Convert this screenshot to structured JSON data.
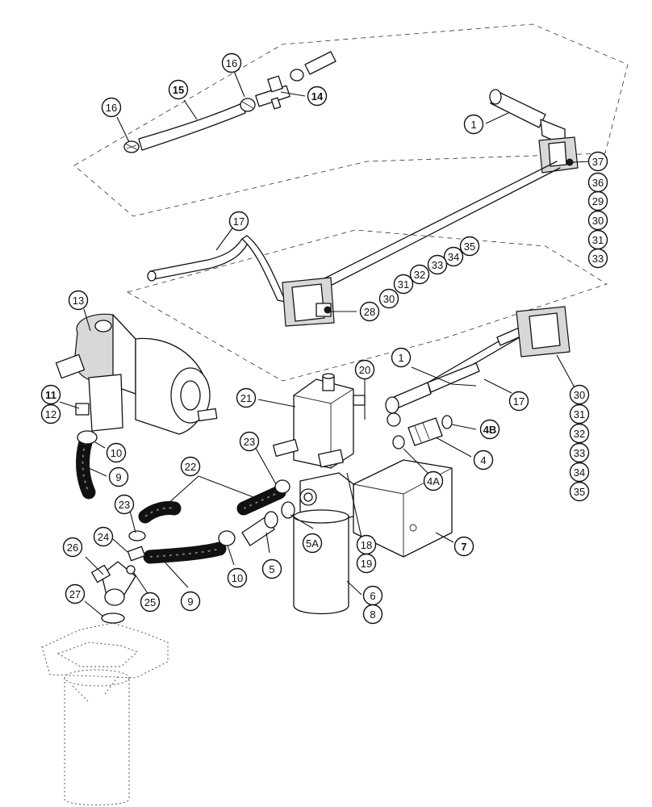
{
  "callouts": [
    {
      "id": "c16a",
      "label": "16"
    },
    {
      "id": "c15",
      "label": "15"
    },
    {
      "id": "c16b",
      "label": "16"
    },
    {
      "id": "c14",
      "label": "14"
    },
    {
      "id": "c1a",
      "label": "1"
    },
    {
      "id": "c37",
      "label": "37"
    },
    {
      "id": "c36",
      "label": "36"
    },
    {
      "id": "c29",
      "label": "29"
    },
    {
      "id": "c30a",
      "label": "30"
    },
    {
      "id": "c31a",
      "label": "31"
    },
    {
      "id": "c33a",
      "label": "33"
    },
    {
      "id": "c17a",
      "label": "17"
    },
    {
      "id": "c35a",
      "label": "35"
    },
    {
      "id": "c34a",
      "label": "34"
    },
    {
      "id": "c33b",
      "label": "33"
    },
    {
      "id": "c32a",
      "label": "32"
    },
    {
      "id": "c31b",
      "label": "31"
    },
    {
      "id": "c30b",
      "label": "30"
    },
    {
      "id": "c28",
      "label": "28"
    },
    {
      "id": "c13",
      "label": "13"
    },
    {
      "id": "c1b",
      "label": "1"
    },
    {
      "id": "c17b",
      "label": "17"
    },
    {
      "id": "c20",
      "label": "20"
    },
    {
      "id": "c30c",
      "label": "30"
    },
    {
      "id": "c31c",
      "label": "31"
    },
    {
      "id": "c32b",
      "label": "32"
    },
    {
      "id": "c33c",
      "label": "33"
    },
    {
      "id": "c34b",
      "label": "34"
    },
    {
      "id": "c35b",
      "label": "35"
    },
    {
      "id": "c11",
      "label": "11"
    },
    {
      "id": "c12",
      "label": "12"
    },
    {
      "id": "c21",
      "label": "21"
    },
    {
      "id": "c4B",
      "label": "4B"
    },
    {
      "id": "c4",
      "label": "4"
    },
    {
      "id": "c4A",
      "label": "4A"
    },
    {
      "id": "c10a",
      "label": "10"
    },
    {
      "id": "c9a",
      "label": "9"
    },
    {
      "id": "c23a",
      "label": "23"
    },
    {
      "id": "c22",
      "label": "22"
    },
    {
      "id": "c23b",
      "label": "23"
    },
    {
      "id": "c7",
      "label": "7"
    },
    {
      "id": "c18",
      "label": "18"
    },
    {
      "id": "c19",
      "label": "19"
    },
    {
      "id": "c5A",
      "label": "5A"
    },
    {
      "id": "c24",
      "label": "24"
    },
    {
      "id": "c26",
      "label": "26"
    },
    {
      "id": "c10b",
      "label": "10"
    },
    {
      "id": "c5",
      "label": "5"
    },
    {
      "id": "c25",
      "label": "25"
    },
    {
      "id": "c9b",
      "label": "9"
    },
    {
      "id": "c6",
      "label": "6"
    },
    {
      "id": "c27",
      "label": "27"
    },
    {
      "id": "c8",
      "label": "8"
    }
  ]
}
